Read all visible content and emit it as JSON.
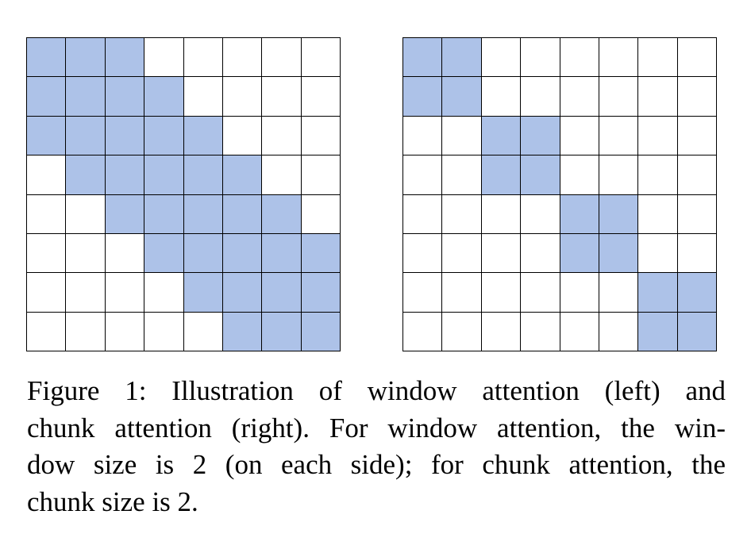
{
  "figure": {
    "highlight_color": "#adc2e8",
    "grid_size": 8,
    "left_panel": {
      "cells": [
        [
          1,
          1,
          1,
          0,
          0,
          0,
          0,
          0
        ],
        [
          1,
          1,
          1,
          1,
          0,
          0,
          0,
          0
        ],
        [
          1,
          1,
          1,
          1,
          1,
          0,
          0,
          0
        ],
        [
          0,
          1,
          1,
          1,
          1,
          1,
          0,
          0
        ],
        [
          0,
          0,
          1,
          1,
          1,
          1,
          1,
          0
        ],
        [
          0,
          0,
          0,
          1,
          1,
          1,
          1,
          1
        ],
        [
          0,
          0,
          0,
          0,
          1,
          1,
          1,
          1
        ],
        [
          0,
          0,
          0,
          0,
          0,
          1,
          1,
          1
        ]
      ]
    },
    "right_panel": {
      "cells": [
        [
          1,
          1,
          0,
          0,
          0,
          0,
          0,
          0
        ],
        [
          1,
          1,
          0,
          0,
          0,
          0,
          0,
          0
        ],
        [
          0,
          0,
          1,
          1,
          0,
          0,
          0,
          0
        ],
        [
          0,
          0,
          1,
          1,
          0,
          0,
          0,
          0
        ],
        [
          0,
          0,
          0,
          0,
          1,
          1,
          0,
          0
        ],
        [
          0,
          0,
          0,
          0,
          1,
          1,
          0,
          0
        ],
        [
          0,
          0,
          0,
          0,
          0,
          0,
          1,
          1
        ],
        [
          0,
          0,
          0,
          0,
          0,
          0,
          1,
          1
        ]
      ]
    }
  },
  "caption": {
    "lines": [
      "Figure 1:  Illustration of window attention (left) and",
      "chunk attention (right). For window attention, the win-",
      "dow size is 2 (on each side); for chunk attention, the",
      "chunk size is 2."
    ]
  }
}
